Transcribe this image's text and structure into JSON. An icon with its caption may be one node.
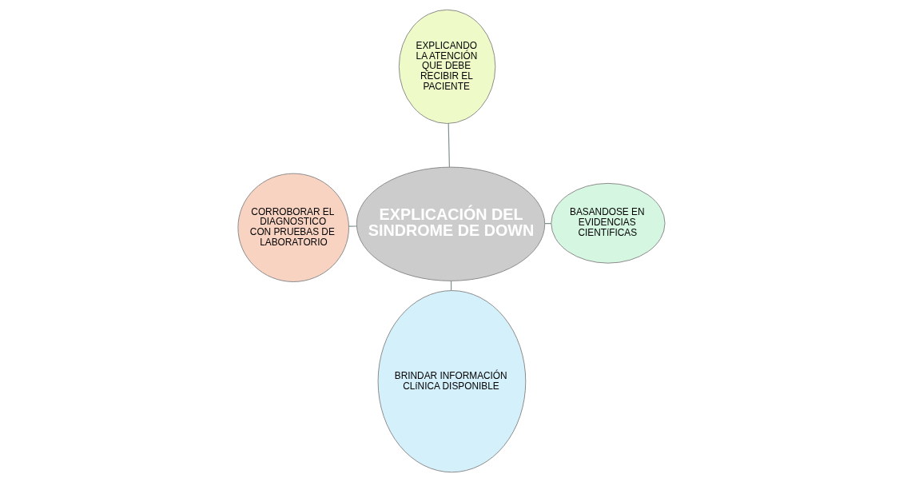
{
  "diagram": {
    "nodes": [
      {
        "text": [
          "EXPLICACIÓN DEL SINDROME DE DOWN"
        ]
      },
      {
        "text": [
          "BRINDAR INFORMACIÓN CLíNICA DISPONIBLE"
        ]
      },
      {
        "text": [
          "BASANDOSE EN EVIDENCIAS CIENTíFICAS"
        ]
      },
      {
        "text": [
          "CORROBORAR EL DIAGNOSTICO CON PRUEBAS DE LABORATORIO"
        ]
      },
      {
        "text": [
          "EXPLICANDO LA ATENCIÓN QUE DEBE RECIBIR EL PACIENTE"
        ]
      }
    ],
    "edges": [
      {
        "from": 0,
        "to": 1,
        "arrow": "none"
      },
      {
        "from": 0,
        "to": 2,
        "arrow": "none"
      },
      {
        "from": 0,
        "to": 3,
        "arrow": "none"
      },
      {
        "from": 0,
        "to": 4,
        "arrow": "none"
      }
    ]
  }
}
